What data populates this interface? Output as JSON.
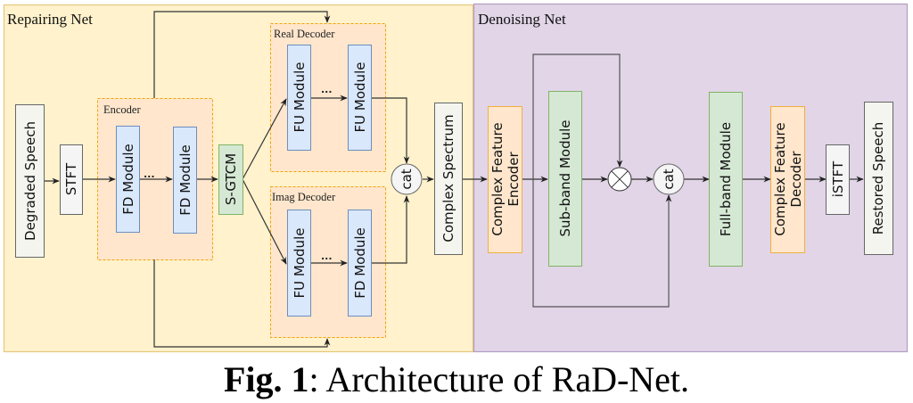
{
  "figure": {
    "caption": {
      "label": "Fig. 1",
      "separator": ":",
      "text": " Architecture of RaD-Net."
    }
  },
  "colors": {
    "repairing_bg": "#fff2cc",
    "repairing_border": "#d6b656",
    "denoising_bg": "#e1d5e7",
    "denoising_border": "#9673a6",
    "dashed_group_bg": "#ffe6cc",
    "dashed_group_border": "#f0a30a",
    "module_blue_bg": "#dae8fc",
    "module_blue_border": "#6c8ebf",
    "module_green_bg": "#d5e8d4",
    "module_green_border": "#82b366",
    "module_orange_bg": "#ffe6cc",
    "module_orange_border": "#f0b040",
    "io_bg": "#f5f5f0",
    "io_border": "#666666",
    "line": "#333333"
  },
  "repairing_net": {
    "title": "Repairing Net",
    "input": "Degraded Speech",
    "stft": "STFT",
    "encoder": {
      "title": "Encoder",
      "modules": [
        "FD Module",
        "FD Module"
      ],
      "ellipsis": "..."
    },
    "bottleneck": "S-GTCM",
    "real_decoder": {
      "title": "Real Decoder",
      "modules": [
        "FU Module",
        "FU Module"
      ],
      "ellipsis": "..."
    },
    "imag_decoder": {
      "title": "Imag Decoder",
      "modules": [
        "FU Module",
        "FD Module"
      ],
      "ellipsis": "..."
    },
    "concat": "cat",
    "output": "Complex Spectrum"
  },
  "denoising_net": {
    "title": "Denoising Net",
    "encoder": [
      "Complex Feature",
      "Encoder"
    ],
    "subband": "Sub-band Module",
    "multiply": "multiply-operator",
    "concat": "cat",
    "fullband": "Full-band Module",
    "decoder": [
      "Complex Feature",
      "Decoder"
    ],
    "istft": "iSTFT",
    "output": "Restored Speech"
  }
}
